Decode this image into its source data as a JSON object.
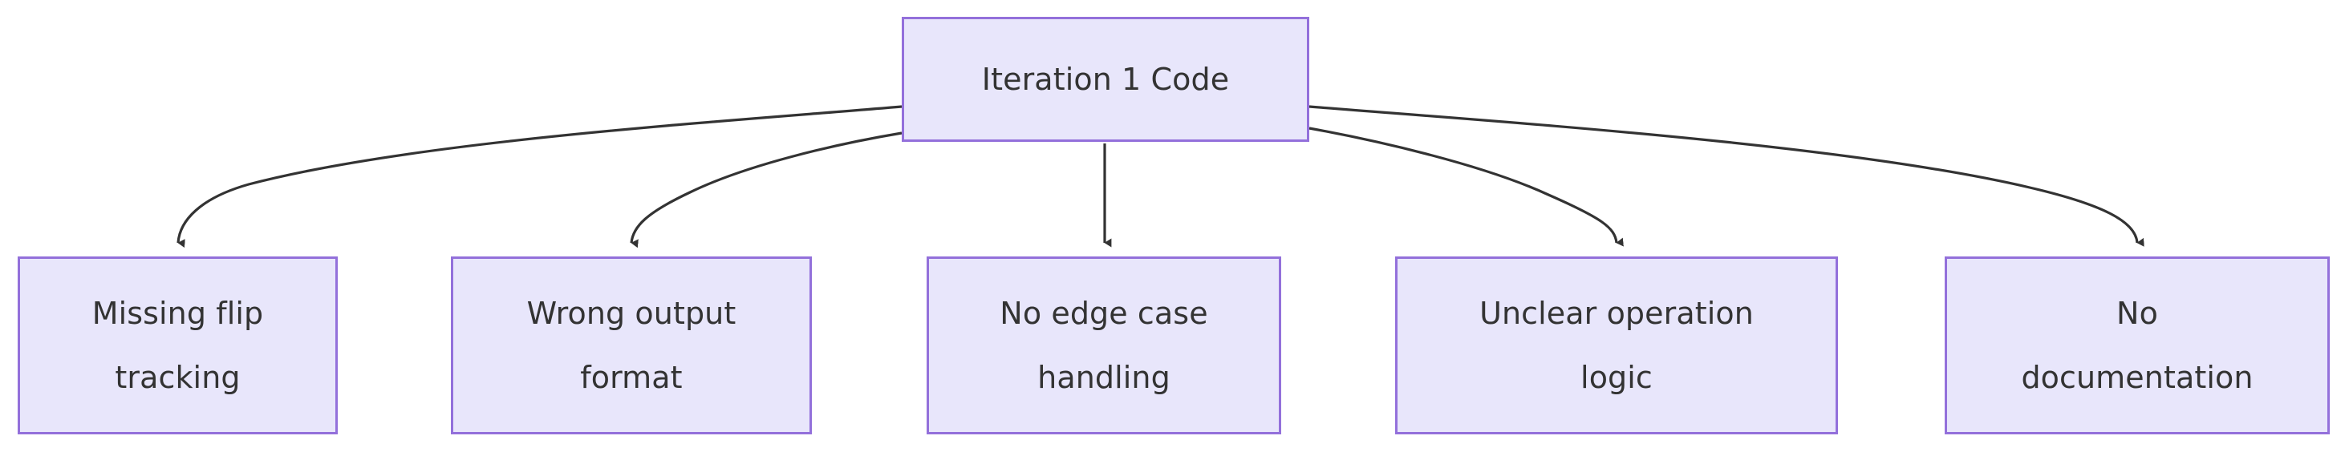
{
  "diagram": {
    "type": "flowchart",
    "direction": "top-down",
    "background_color": "#ffffff",
    "node_fill_color": "#e8e6fb",
    "node_border_color": "#9370db",
    "node_text_color": "#333333",
    "edge_color": "#333333",
    "root": {
      "id": "root",
      "label": "Iteration 1 Code"
    },
    "leaves": [
      {
        "id": "leaf-0",
        "label": "Missing flip\ntracking"
      },
      {
        "id": "leaf-1",
        "label": "Wrong output\nformat"
      },
      {
        "id": "leaf-2",
        "label": "No edge case\nhandling"
      },
      {
        "id": "leaf-3",
        "label": "Unclear operation\nlogic"
      },
      {
        "id": "leaf-4",
        "label": "No\ndocumentation"
      }
    ],
    "edges": [
      {
        "from": "root",
        "to": "leaf-0",
        "arrowhead": "triangle-filled"
      },
      {
        "from": "root",
        "to": "leaf-1",
        "arrowhead": "triangle-filled"
      },
      {
        "from": "root",
        "to": "leaf-2",
        "arrowhead": "triangle-filled"
      },
      {
        "from": "root",
        "to": "leaf-3",
        "arrowhead": "triangle-filled"
      },
      {
        "from": "root",
        "to": "leaf-4",
        "arrowhead": "triangle-filled"
      }
    ]
  }
}
